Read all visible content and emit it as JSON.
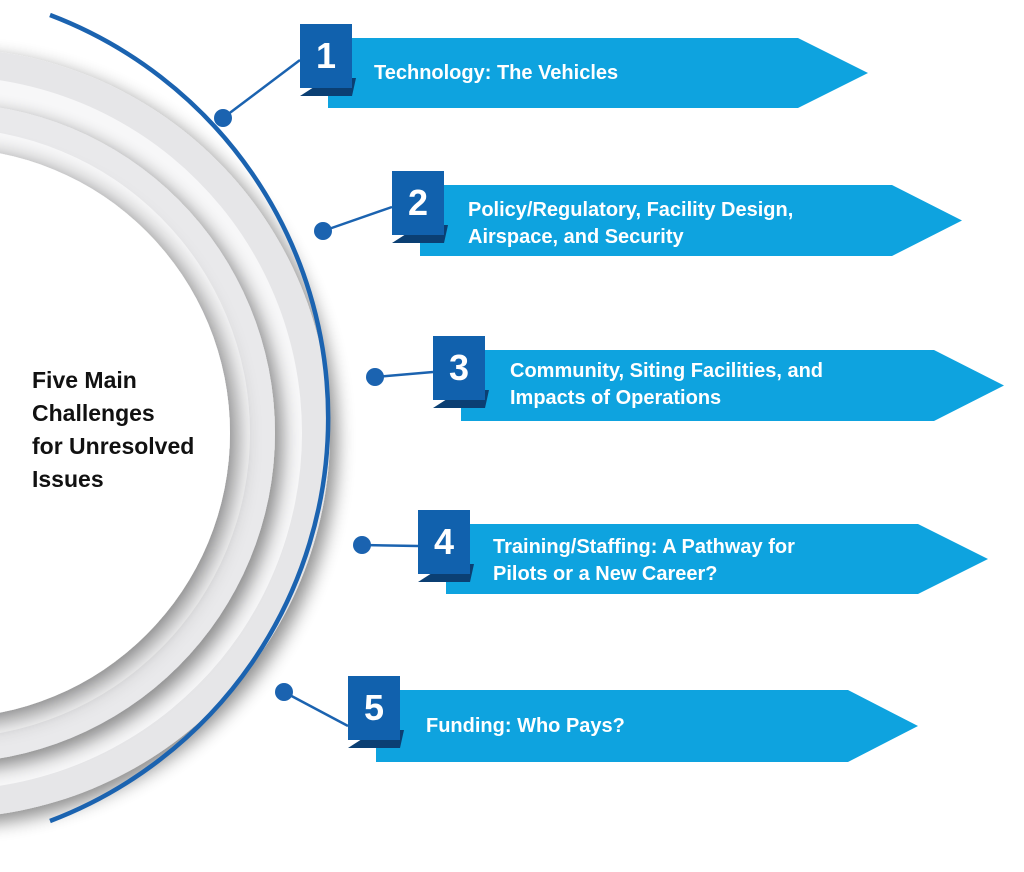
{
  "center": {
    "lines": [
      "Five Main",
      "Challenges",
      "for Unresolved",
      "Issues"
    ]
  },
  "items": [
    {
      "number": "1",
      "lines": [
        "Technology: The Vehicles"
      ]
    },
    {
      "number": "2",
      "lines": [
        "Policy/Regulatory, Facility Design,",
        "Airspace, and Security"
      ]
    },
    {
      "number": "3",
      "lines": [
        "Community, Siting Facilities, and",
        "Impacts of Operations"
      ]
    },
    {
      "number": "4",
      "lines": [
        "Training/Staffing: A Pathway for",
        "Pilots or a New Career?"
      ]
    },
    {
      "number": "5",
      "lines": [
        "Funding: Who Pays?"
      ]
    }
  ],
  "colors": {
    "arrow": "#0ea3df",
    "number_box": "#1161ad",
    "number_shadow": "#0b3f73",
    "arc_line": "#1b63b0",
    "ring": "#e4e4e6"
  }
}
